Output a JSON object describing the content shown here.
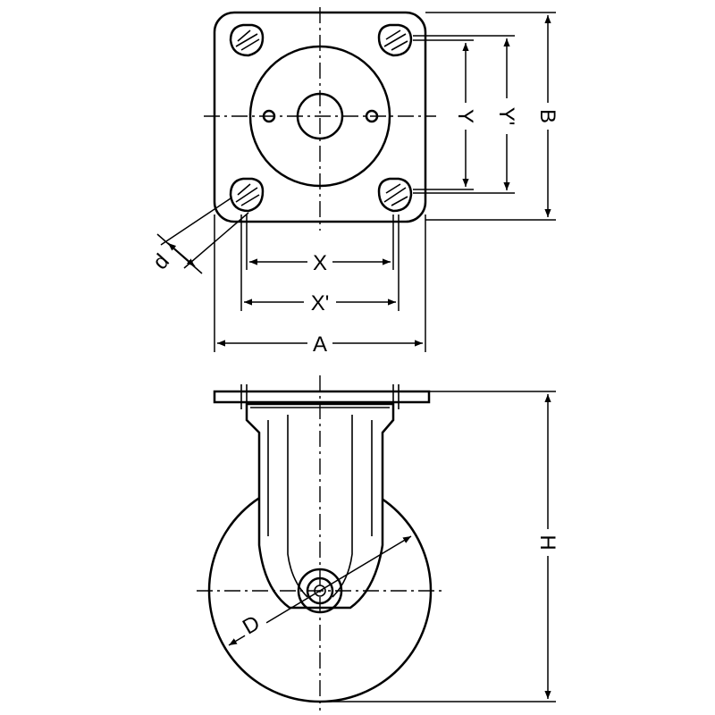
{
  "labels": {
    "x": "X",
    "x_prime": "X'",
    "a": "A",
    "y": "Y",
    "y_prime": "Y'",
    "b": "B",
    "d_hole": "d",
    "h": "H",
    "d_wheel": "D"
  }
}
